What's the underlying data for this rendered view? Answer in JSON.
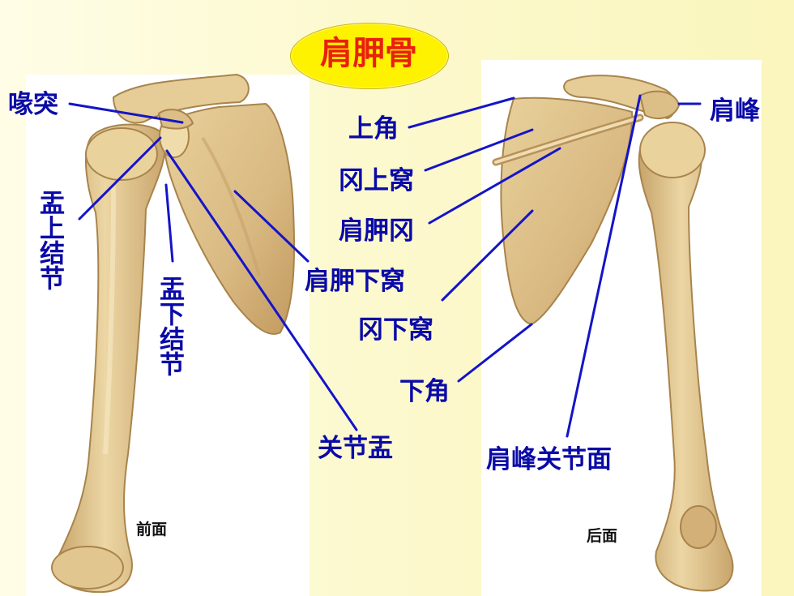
{
  "title": "肩胛骨",
  "labels": {
    "coracoid": "喙突",
    "supraglenoid": "盂上结节",
    "infraglenoid": "盂下结节",
    "superior_angle": "上角",
    "supraspinous_fossa": "冈上窝",
    "spine": "肩胛冈",
    "subscapular_fossa": "肩胛下窝",
    "infraspinous_fossa": "冈下窝",
    "inferior_angle": "下角",
    "glenoid_cavity": "关节盂",
    "acromion": "肩峰",
    "acromial_facet": "肩峰关节面"
  },
  "views": {
    "front": "前面",
    "back": "后面"
  },
  "colors": {
    "label": "#0a0aa8",
    "leader_line": "#1414c8",
    "title_text": "#e8200e",
    "title_badge": "#fff200",
    "bone": "#e2c690",
    "bone_shadow": "#b8915a"
  }
}
